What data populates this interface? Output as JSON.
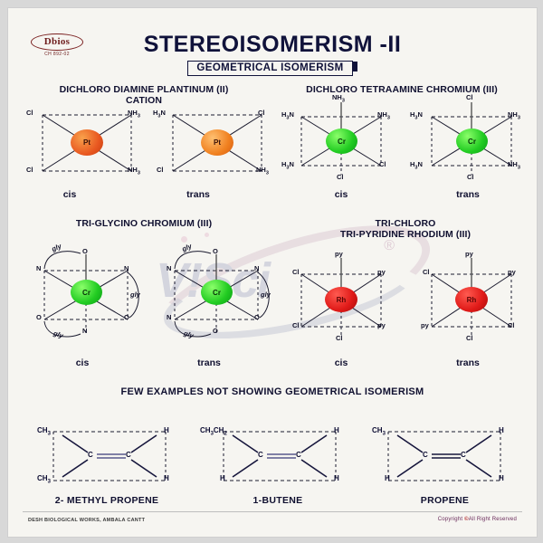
{
  "poster": {
    "brand": {
      "name": "Dbios",
      "code": "CH 892-02"
    },
    "title": "STEREOISOMERISM -II",
    "subtitle": "GEOMETRICAL ISOMERISM",
    "watermark": {
      "text": "V!Sci",
      "registered": "®"
    },
    "footer": {
      "left": "DESH BIOLOGICAL WORKS, AMBALA CANTT",
      "right_prefix": "Copyright ",
      "right_mark": "©",
      "right_suffix": "All Right  Reserved"
    }
  },
  "sections": {
    "platinum": {
      "heading_line1": "DICHLORO DIAMINE PLANTINUM (II)",
      "heading_line2": "CATION",
      "core_label": "Pt",
      "core_color": "#e8561f",
      "cis": {
        "caption": "cis",
        "labels": {
          "tl": "Cl",
          "tr": "NH3",
          "bl": "Cl",
          "br": "NH3"
        }
      },
      "trans": {
        "caption": "trans",
        "labels": {
          "tl": "H3N",
          "tr": "Cl",
          "bl": "Cl",
          "br": "NH3"
        }
      }
    },
    "chromium_amine": {
      "heading_line1": "DICHLORO TETRAAMINE CHROMIUM (III)",
      "core_label": "Cr",
      "core_color": "#22cc22",
      "cis": {
        "caption": "cis",
        "labels": {
          "top": "NH3",
          "tl": "H3N",
          "tr": "NH3",
          "bl": "H3N",
          "br": "Cl",
          "bottom": "Cl"
        }
      },
      "trans": {
        "caption": "trans",
        "labels": {
          "top": "Cl",
          "tl": "H3N",
          "tr": "NH3",
          "bl": "H3N",
          "br": "NH3",
          "bottom": "Cl"
        }
      }
    },
    "glycino": {
      "heading_line1": "TRI-GLYCINO CHROMIUM (III)",
      "core_label": "Cr",
      "core_color": "#22cc22",
      "ligand_label": "gly",
      "cis": {
        "caption": "cis",
        "labels": {
          "top": "O",
          "tl": "N",
          "tr": "N",
          "bl": "O",
          "br": "O",
          "bottom": "N"
        },
        "gly_arcs": [
          "gly",
          "gly",
          "gly"
        ]
      },
      "trans": {
        "caption": "trans",
        "labels": {
          "top": "O",
          "tl": "N",
          "tr": "N",
          "bl": "N",
          "br": "O",
          "bottom": "O"
        },
        "gly_arcs": [
          "gly",
          "gly",
          "gly"
        ]
      }
    },
    "rhodium": {
      "heading_line1": "TRI-CHLORO",
      "heading_line2": "TRI-PYRIDINE RHODIUM (III)",
      "core_label": "Rh",
      "core_color": "#e01a18",
      "cis": {
        "caption": "cis",
        "labels": {
          "top": "py",
          "tl": "Cl",
          "tr": "py",
          "bl": "Cl",
          "br": "py",
          "bottom": "Cl"
        }
      },
      "trans": {
        "caption": "trans",
        "labels": {
          "top": "py",
          "tl": "Cl",
          "tr": "py",
          "bl": "py",
          "br": "Cl",
          "bottom": "Cl"
        }
      }
    },
    "no_isomerism": {
      "heading": "FEW  EXAMPLES  NOT SHOWING GEOMETRICAL  ISOMERISM",
      "molecules": [
        {
          "name": "2- METHYL PROPENE",
          "atom_left": "C",
          "atom_right": "C",
          "labels": {
            "tl": "CH3",
            "bl": "CH3",
            "tr": "H",
            "br": "H"
          }
        },
        {
          "name": "1-BUTENE",
          "atom_left": "C",
          "atom_right": "C",
          "labels": {
            "tl": "CH3CH2",
            "bl": "H",
            "tr": "H",
            "br": "H"
          }
        },
        {
          "name": "PROPENE",
          "atom_left": "C",
          "atom_right": "C",
          "labels": {
            "tl": "CH3",
            "bl": "H",
            "tr": "H",
            "br": "H"
          }
        }
      ]
    }
  }
}
